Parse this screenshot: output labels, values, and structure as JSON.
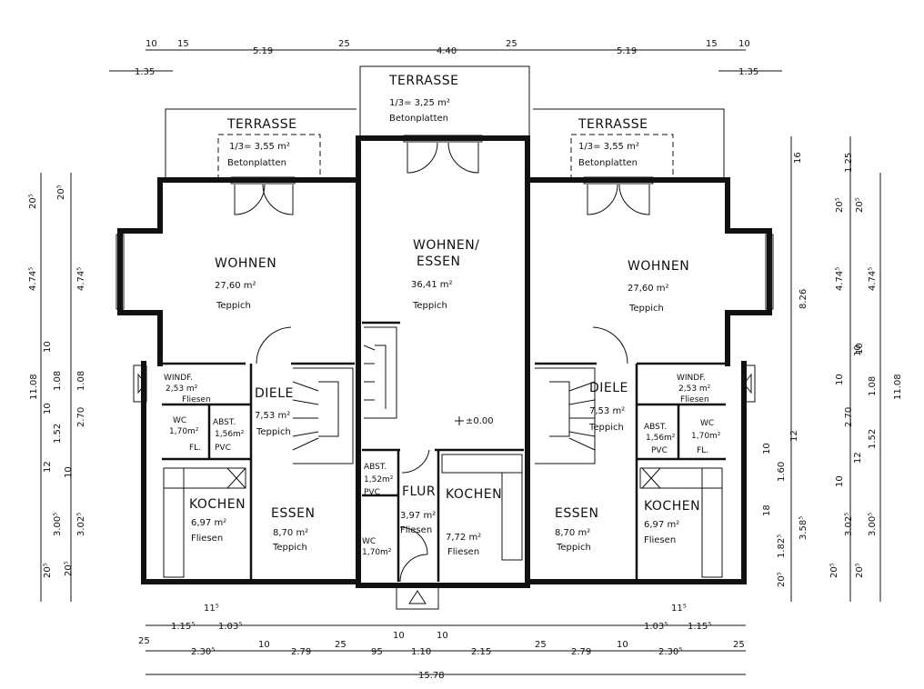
{
  "rooms": {
    "terrasse_center": {
      "title": "TERRASSE",
      "area": "1/3= 3,25 m²",
      "floor": "Betonplatten"
    },
    "terrasse_left": {
      "title": "TERRASSE",
      "area": "1/3= 3,55 m²",
      "floor": "Betonplatten"
    },
    "terrasse_right": {
      "title": "TERRASSE",
      "area": "1/3= 3,55 m²",
      "floor": "Betonplatten"
    },
    "wohnen_left": {
      "title": "WOHNEN",
      "area": "27,60 m²",
      "floor": "Teppich"
    },
    "wohnen_right": {
      "title": "WOHNEN",
      "area": "27,60 m²",
      "floor": "Teppich"
    },
    "wohnen_essen": {
      "title1": "WOHNEN/",
      "title2": "ESSEN",
      "area": "36,41 m²",
      "floor": "Teppich"
    },
    "diele_left": {
      "title": "DIELE",
      "area": "7,53 m²",
      "floor": "Teppich"
    },
    "diele_right": {
      "title": "DIELE",
      "area": "7,53 m²",
      "floor": "Teppich"
    },
    "windf_left": {
      "title": "WINDF.",
      "area": "2,53 m²",
      "floor": "Fliesen"
    },
    "windf_right": {
      "title": "WINDF.",
      "area": "2,53 m²",
      "floor": "Fliesen"
    },
    "wc_left": {
      "title": "WC",
      "area": "1,70m²",
      "fl": "FL."
    },
    "wc_right": {
      "title": "WC",
      "area": "1,70m²",
      "fl": "FL."
    },
    "abst_left": {
      "title": "ABST.",
      "area": "1,56m²",
      "floor": "PVC"
    },
    "abst_right": {
      "title": "ABST.",
      "area": "1,56m²",
      "floor": "PVC"
    },
    "abst_center": {
      "title": "ABST.",
      "area": "1,52m²",
      "floor": "PVC"
    },
    "wc_center": {
      "title": "WC",
      "area": "1,70m²"
    },
    "kochen_left": {
      "title": "KOCHEN",
      "area": "6,97 m²",
      "floor": "Fliesen"
    },
    "kochen_right": {
      "title": "KOCHEN",
      "area": "6,97 m²",
      "floor": "Fliesen"
    },
    "kochen_center": {
      "title": "KOCHEN",
      "area": "7,72 m²",
      "floor": "Fliesen"
    },
    "essen_left": {
      "title": "ESSEN",
      "area": "8,70 m²",
      "floor": "Teppich"
    },
    "essen_right": {
      "title": "ESSEN",
      "area": "8,70 m²",
      "floor": "Teppich"
    },
    "flur": {
      "title": "FLUR",
      "area": "3,97 m²",
      "floor": "Fliesen"
    },
    "level": {
      "text": "±0.00"
    }
  },
  "dimensions": {
    "top": [
      "10",
      "15",
      "5.19",
      "25",
      "4.40",
      "25",
      "5.19",
      "15",
      "10"
    ],
    "top_left_offset": "1.35",
    "top_right_offset": "1.35",
    "bottom_row1_left": [
      "11⁵",
      "1.15⁵",
      "1.03⁵"
    ],
    "bottom_row1_right": [
      "11⁵",
      "1.03⁵",
      "1.15⁵"
    ],
    "bottom_row2": [
      "25",
      "2.30⁵",
      "10",
      "2.79",
      "25",
      "95",
      "10",
      "1.10",
      "10",
      "2.15",
      "25",
      "2.79",
      "10",
      "2.30⁵",
      "25"
    ],
    "total": "15.78",
    "left_outer": [
      "20⁵",
      "4.74⁵",
      "10",
      "1.08",
      "10",
      "1.52",
      "12",
      "3.00⁵",
      "20⁵"
    ],
    "left_inner": [
      "20⁵",
      "4.74⁵",
      "1.08",
      "2.70",
      "10",
      "3.02⁵",
      "20⁵"
    ],
    "left_total": "11.08",
    "right_a": [
      "16",
      "8.26",
      "12",
      "10",
      "1.60",
      "18",
      "3.58⁵",
      "1.82⁵",
      "20⁵"
    ],
    "right_b": [
      "1.25",
      "20⁵",
      "4.74⁵",
      "10",
      "10",
      "2.70",
      "12",
      "10",
      "3.02⁵",
      "20⁵"
    ],
    "right_c": [
      "20⁵",
      "4.74⁵",
      "10",
      "1.08",
      "1.52",
      "3.00⁵",
      "20⁵"
    ],
    "right_total": "11.08"
  }
}
